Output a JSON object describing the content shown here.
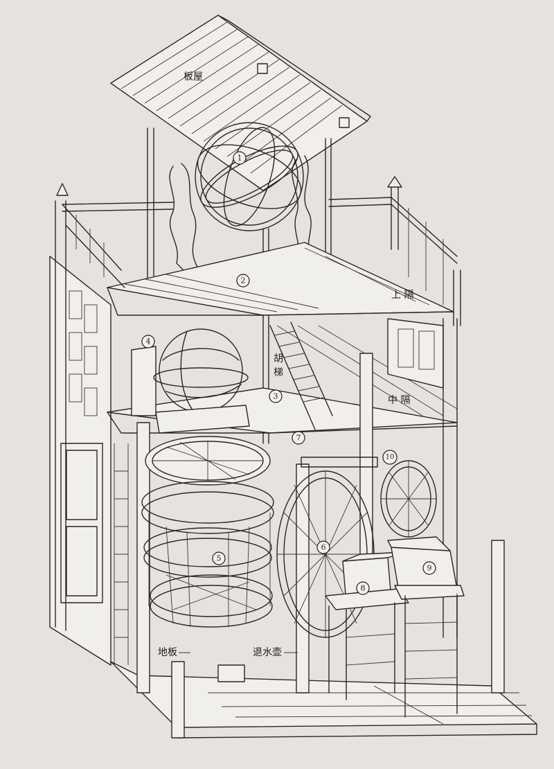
{
  "labels": {
    "roof": "板屋",
    "upper_floor": "上 隔",
    "middle_floor": "中 隔",
    "stairs_1": "胡",
    "stairs_2": "梯",
    "ground_floor": "地板",
    "drain_basin": "退水壶"
  },
  "markers": [
    "1",
    "2",
    "3",
    "4",
    "5",
    "6",
    "7",
    "8",
    "9",
    "10"
  ],
  "colors": {
    "paper": "#e6e3df",
    "ink": "#2b2622"
  }
}
